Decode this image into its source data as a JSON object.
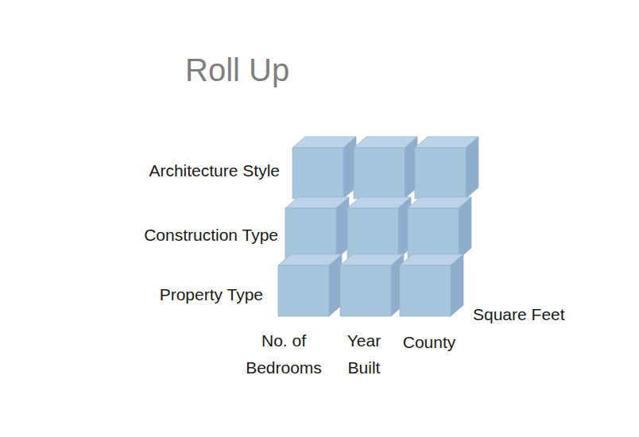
{
  "diagram": {
    "title": "Roll Up",
    "labels": [
      "Architecture Style",
      "Construction Type",
      "Property Type",
      "No. of Bedrooms",
      "Year Built",
      "County",
      "Square Feet"
    ]
  }
}
